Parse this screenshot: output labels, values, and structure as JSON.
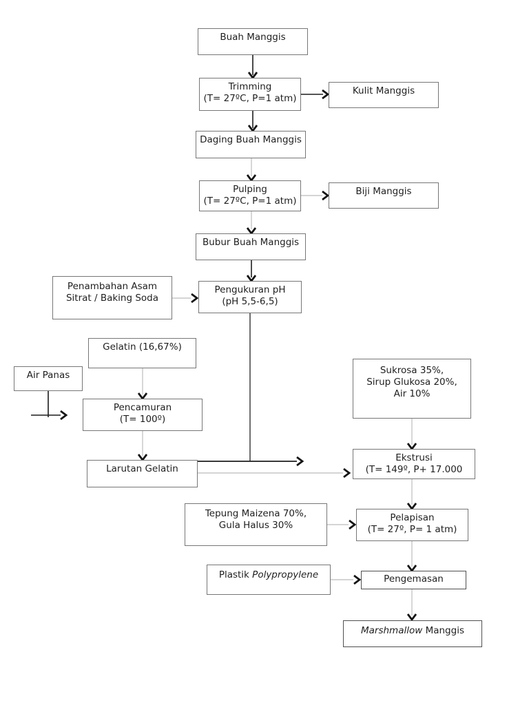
{
  "diagram": {
    "description": "Process flow diagram for making mangosteen marshmallow",
    "colors": {
      "background": "#ffffff",
      "box_border": "#767676",
      "box_border_dark": "#4f4f4f",
      "text": "#1f1f1f",
      "line_dark": "#1c1c1c",
      "line_medium": "#4a4a4a",
      "line_light": "#c6c6c6",
      "arrowhead": "#141414"
    },
    "nodes": {
      "buah_manggis": {
        "lines": [
          "Buah Manggis"
        ]
      },
      "trimming": {
        "lines": [
          "Trimming",
          "(T= 27ºC, P=1 atm)"
        ]
      },
      "kulit_manggis": {
        "lines": [
          "Kulit Manggis"
        ]
      },
      "daging_buah_manggis": {
        "lines": [
          "Daging Buah Manggis"
        ]
      },
      "pulping": {
        "lines": [
          "Pulping",
          "(T= 27ºC, P=1 atm)"
        ]
      },
      "biji_manggis": {
        "lines": [
          "Biji Manggis"
        ]
      },
      "bubur_buah_manggis": {
        "lines": [
          "Bubur Buah Manggis"
        ]
      },
      "penambahan_asam": {
        "lines": [
          "Penambahan Asam",
          "Sitrat / Baking Soda"
        ]
      },
      "pengukuran_ph": {
        "lines": [
          "Pengukuran pH",
          "(pH 5,5-6,5)"
        ]
      },
      "gelatin": {
        "lines": [
          "Gelatin (16,67%)"
        ]
      },
      "air_panas": {
        "lines": [
          "Air Panas"
        ]
      },
      "pencamuran": {
        "lines": [
          "Pencamuran",
          "(T= 100º)"
        ]
      },
      "larutan_gelatin": {
        "lines": [
          "Larutan Gelatin"
        ]
      },
      "sukrosa": {
        "lines": [
          "Sukrosa 35%,",
          "Sirup Glukosa 20%,",
          "Air 10%"
        ]
      },
      "ekstrusi": {
        "lines": [
          "Ekstrusi",
          "(T= 149º, P+ 17.000"
        ]
      },
      "tepung_maizena": {
        "lines": [
          "Tepung Maizena 70%,",
          "Gula Halus 30%"
        ]
      },
      "pelapisan": {
        "lines": [
          "Pelapisan",
          "(T= 27º, P= 1 atm)"
        ]
      },
      "plastik": {
        "normal": "Plastik ",
        "italic": "Polypropylene"
      },
      "pengemasan": {
        "lines": [
          "Pengemasan"
        ]
      },
      "marshmallow": {
        "italic": "Marshmallow ",
        "normal": "Manggis"
      }
    }
  }
}
